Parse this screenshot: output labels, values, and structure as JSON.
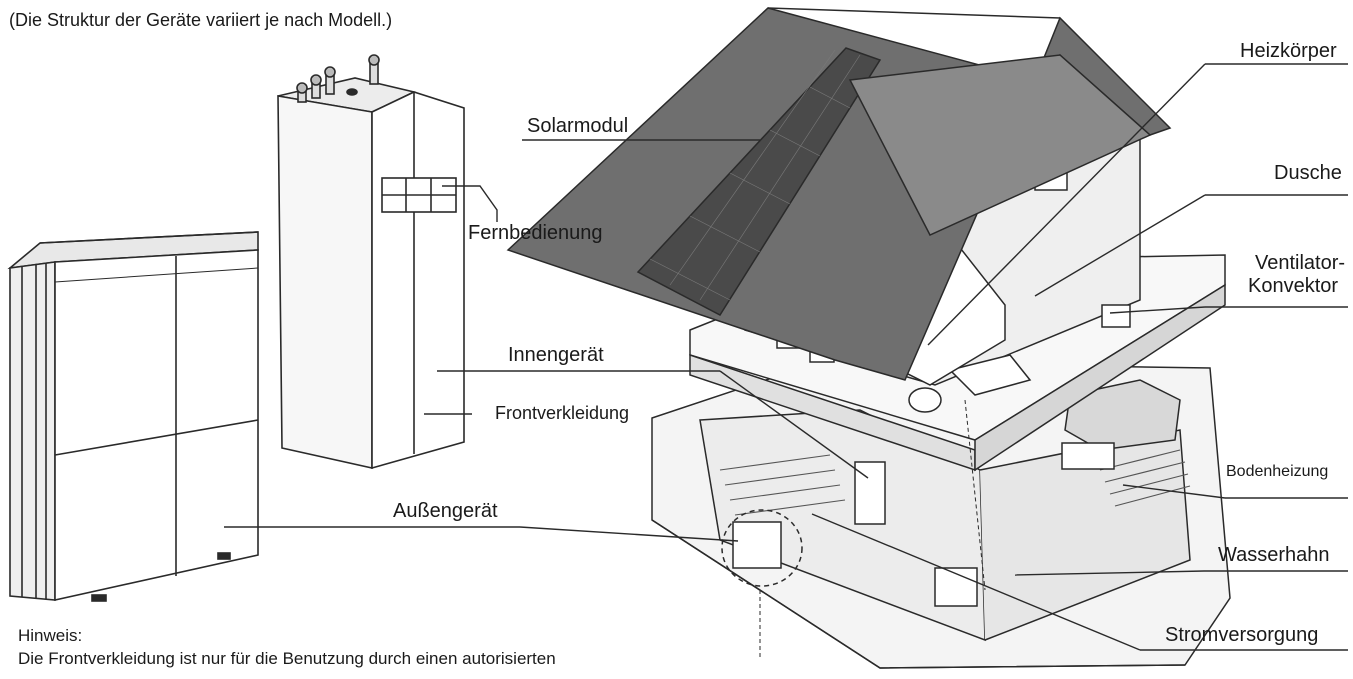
{
  "caption": "(Die Struktur der Geräte variiert je nach Modell.)",
  "labels": {
    "solarmodul": "Solarmodul",
    "heizkoerper": "Heizkörper",
    "dusche": "Dusche",
    "ventilator_konvektor_line1": "Ventilator-",
    "ventilator_konvektor_line2": "Konvektor",
    "fernbedienung": "Fernbedienung",
    "innengeraet": "Innengerät",
    "frontverkleidung": "Frontverkleidung",
    "aussengeraet": "Außengerät",
    "bodenheizung": "Bodenheizung",
    "wasserhahn": "Wasserhahn",
    "stromversorgung": "Stromversorgung"
  },
  "note": {
    "heading": "Hinweis:",
    "line1": "Die Frontverkleidung ist nur für die Benutzung durch einen autorisierten"
  },
  "colors": {
    "line": "#2a2a2a",
    "roof": "#6f6f6f",
    "solar_panel": "#4a4a4a",
    "unit_fill": "#ffffff",
    "wall_fill": "#f2f2f2"
  }
}
